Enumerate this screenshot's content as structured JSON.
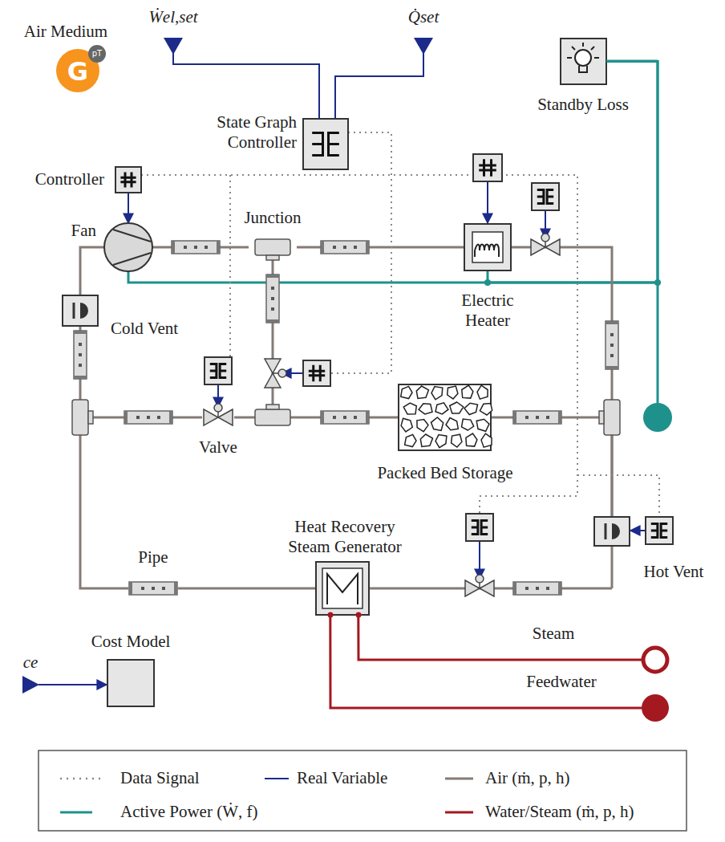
{
  "diagram": {
    "nodes": [
      {
        "text": [
          "Air Medium"
        ]
      },
      {
        "text": [
          "State Graph Controller"
        ]
      },
      {
        "text": [
          "Standby Loss"
        ]
      },
      {
        "text": [
          "Controller"
        ]
      },
      {
        "text": [
          "Fan"
        ]
      },
      {
        "text": [
          "Junction"
        ]
      },
      {
        "text": [
          "Electric Heater"
        ]
      },
      {
        "text": [
          "Cold Vent"
        ]
      },
      {
        "text": [
          "Valve"
        ]
      },
      {
        "text": [
          "Packed Bed Storage"
        ]
      },
      {
        "text": [
          "Heat Recovery Steam Generator"
        ]
      },
      {
        "text": [
          "Pipe"
        ]
      },
      {
        "text": [
          "Hot Vent"
        ]
      },
      {
        "text": [
          "Steam"
        ]
      },
      {
        "text": [
          "Cost Model"
        ]
      },
      {
        "text": [
          "Feedwater"
        ]
      }
    ],
    "edges": [
      {
        "from": 3,
        "to": 4,
        "arrow": "to"
      },
      {
        "from": 4,
        "to": 5,
        "arrow": "none"
      },
      {
        "from": 5,
        "to": 6,
        "arrow": "none"
      },
      {
        "from": 4,
        "to": 7,
        "arrow": "none"
      },
      {
        "from": 8,
        "to": 9,
        "arrow": "none"
      },
      {
        "from": 9,
        "to": 12,
        "arrow": "none"
      },
      {
        "from": 11,
        "to": 10,
        "arrow": "none"
      },
      {
        "from": 10,
        "to": 13,
        "arrow": "none"
      },
      {
        "from": 15,
        "to": 10,
        "arrow": "none"
      },
      {
        "from": 2,
        "to": 4,
        "arrow": "none"
      },
      {
        "from": 2,
        "to": 6,
        "arrow": "none"
      },
      {
        "from": 7,
        "to": 11,
        "arrow": "none"
      }
    ],
    "labels": [
      "Ẇel,set",
      "Q̇set",
      "ce",
      "G",
      "pT"
    ],
    "legend": [
      {
        "text": "Data Signal"
      },
      {
        "text": "Real Variable"
      },
      {
        "text": "Air (ṁ, p, h)"
      },
      {
        "text": "Active Power (Ẇ, f)"
      },
      {
        "text": "Water/Steam (ṁ, p, h)"
      }
    ]
  }
}
